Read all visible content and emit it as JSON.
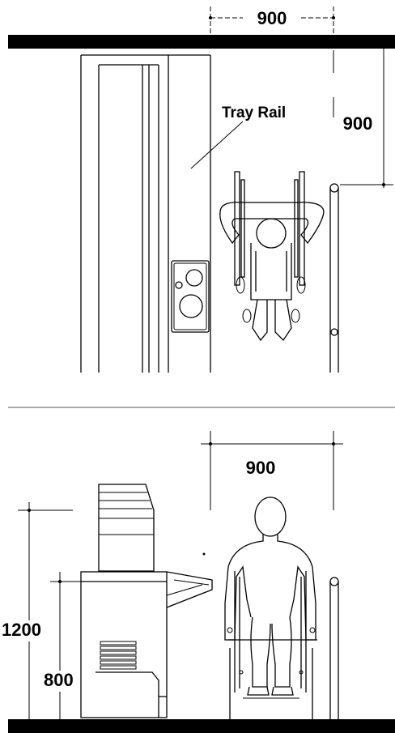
{
  "plan": {
    "top_dimension": "900",
    "side_dimension": "900",
    "tray_rail_label": "Tray Rail"
  },
  "elevation": {
    "width_dimension": "900",
    "height_dimension_tall": "1200",
    "height_dimension_counter": "800"
  }
}
